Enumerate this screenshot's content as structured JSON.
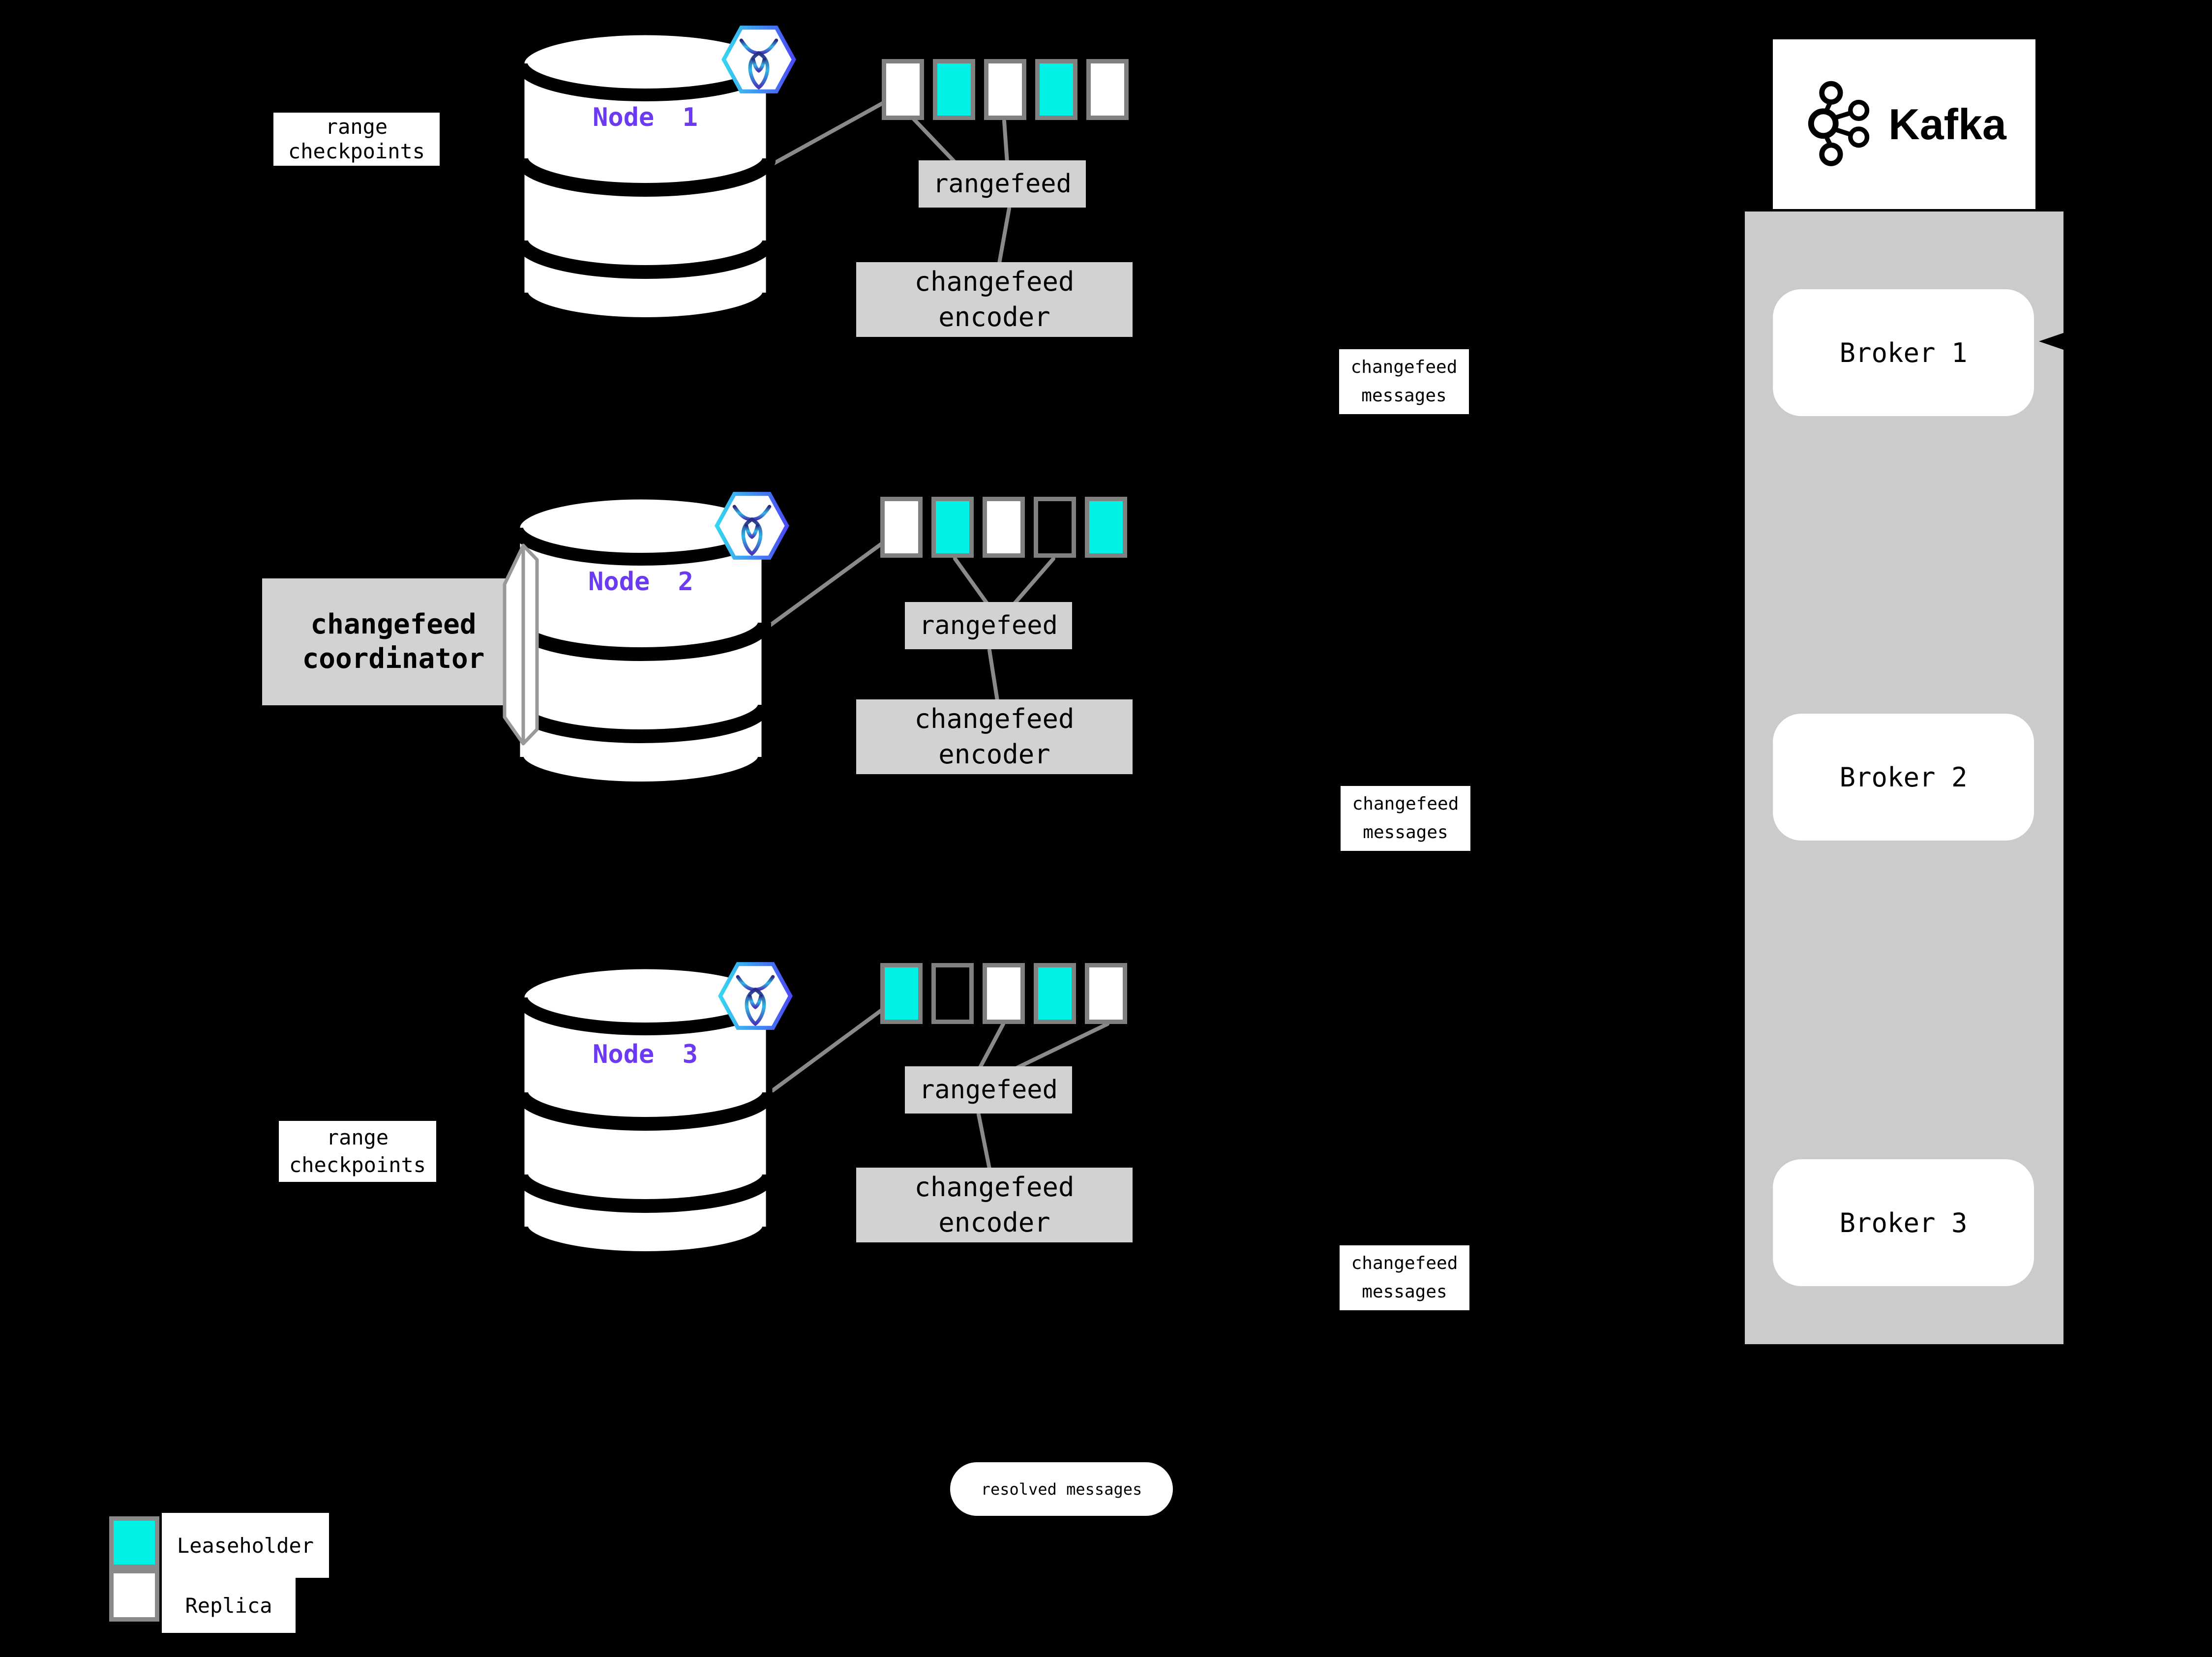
{
  "colors": {
    "leaseholder": "#00F2E6",
    "replica": "#FFFFFF",
    "node_text": "#6B3AF2",
    "box_gray": "#D2D2D2",
    "container_gray": "#CBCBCB",
    "border_gray": "#808080",
    "line_gray": "#8A8A8A"
  },
  "labels": {
    "range_checkpoints_top": "range\ncheckpoints",
    "range_checkpoints_bottom": "range\ncheckpoints",
    "coordinator": "changefeed\ncoordinator"
  },
  "nodes": [
    {
      "label": "Node 1",
      "db_icon": "cockroachdb-icon",
      "ranges": [
        "replica",
        "leaseholder",
        "replica",
        "leaseholder",
        "replica"
      ],
      "rangefeed": "rangefeed",
      "encoder": "changefeed\nencoder",
      "messages": "changefeed\nmessages"
    },
    {
      "label": "Node 2",
      "db_icon": "cockroachdb-icon",
      "ranges": [
        "replica",
        "leaseholder",
        "replica",
        "outline",
        "leaseholder"
      ],
      "rangefeed": "rangefeed",
      "encoder": "changefeed\nencoder",
      "messages": "changefeed\nmessages"
    },
    {
      "label": "Node 3",
      "db_icon": "cockroachdb-icon",
      "ranges": [
        "leaseholder",
        "outline",
        "replica",
        "leaseholder",
        "replica"
      ],
      "rangefeed": "rangefeed",
      "encoder": "changefeed\nencoder",
      "messages": "changefeed\nmessages"
    }
  ],
  "kafka": {
    "title": "Kafka",
    "logo_icon": "kafka-logo-icon",
    "brokers": [
      {
        "label": "Broker 1"
      },
      {
        "label": "Broker 2"
      },
      {
        "label": "Broker 3"
      }
    ]
  },
  "resolved_pill": "resolved messages",
  "legend": {
    "items": [
      {
        "type": "leaseholder",
        "label": "Leaseholder"
      },
      {
        "type": "replica",
        "label": "Replica"
      }
    ]
  }
}
